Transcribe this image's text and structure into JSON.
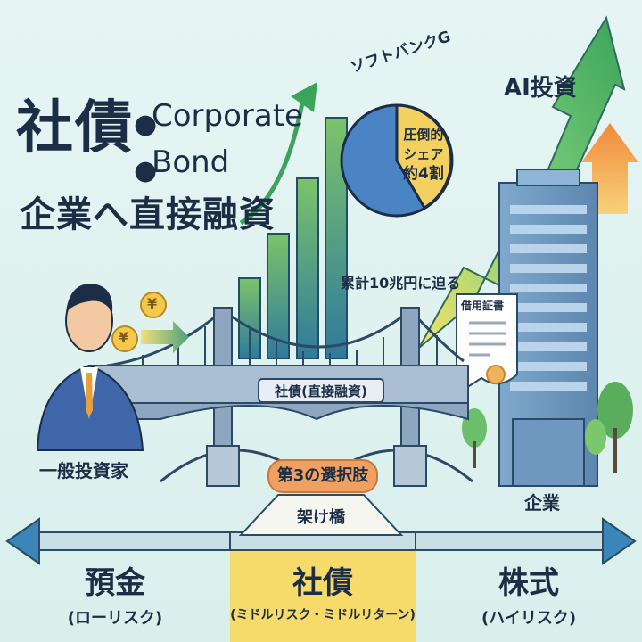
{
  "title": {
    "kanji": "社債",
    "en_line1": "Corporate",
    "en_line2": "Bond",
    "subtitle": "企業へ直接融資"
  },
  "pie": {
    "label": "ソフトバンクG",
    "share_text_1": "圧倒的",
    "share_text_2": "シェア",
    "share_text_3": "約4割",
    "cumulative": "累計10兆円に迫る"
  },
  "ai": {
    "label": "AI投資"
  },
  "certificate": {
    "label": "借用証書"
  },
  "investor": {
    "label": "一般投資家",
    "coin_symbol": "¥"
  },
  "bridge": {
    "sign": "社債(直接融資)",
    "choice": "第3の選択肢",
    "caption": "架け橋"
  },
  "company": {
    "label": "企業"
  },
  "scale": {
    "left_main": "預金",
    "left_sub": "(ローリスク)",
    "mid_main": "社債",
    "mid_sub": "(ミドルリスク・ミドルリターン)",
    "right_main": "株式",
    "right_sub": "(ハイリスク)"
  },
  "colors": {
    "navy": "#1c2e45",
    "orange": "#f0a060",
    "yellow": "#f4d060",
    "green": "#5cb85c",
    "blue": "#4a84c4"
  }
}
